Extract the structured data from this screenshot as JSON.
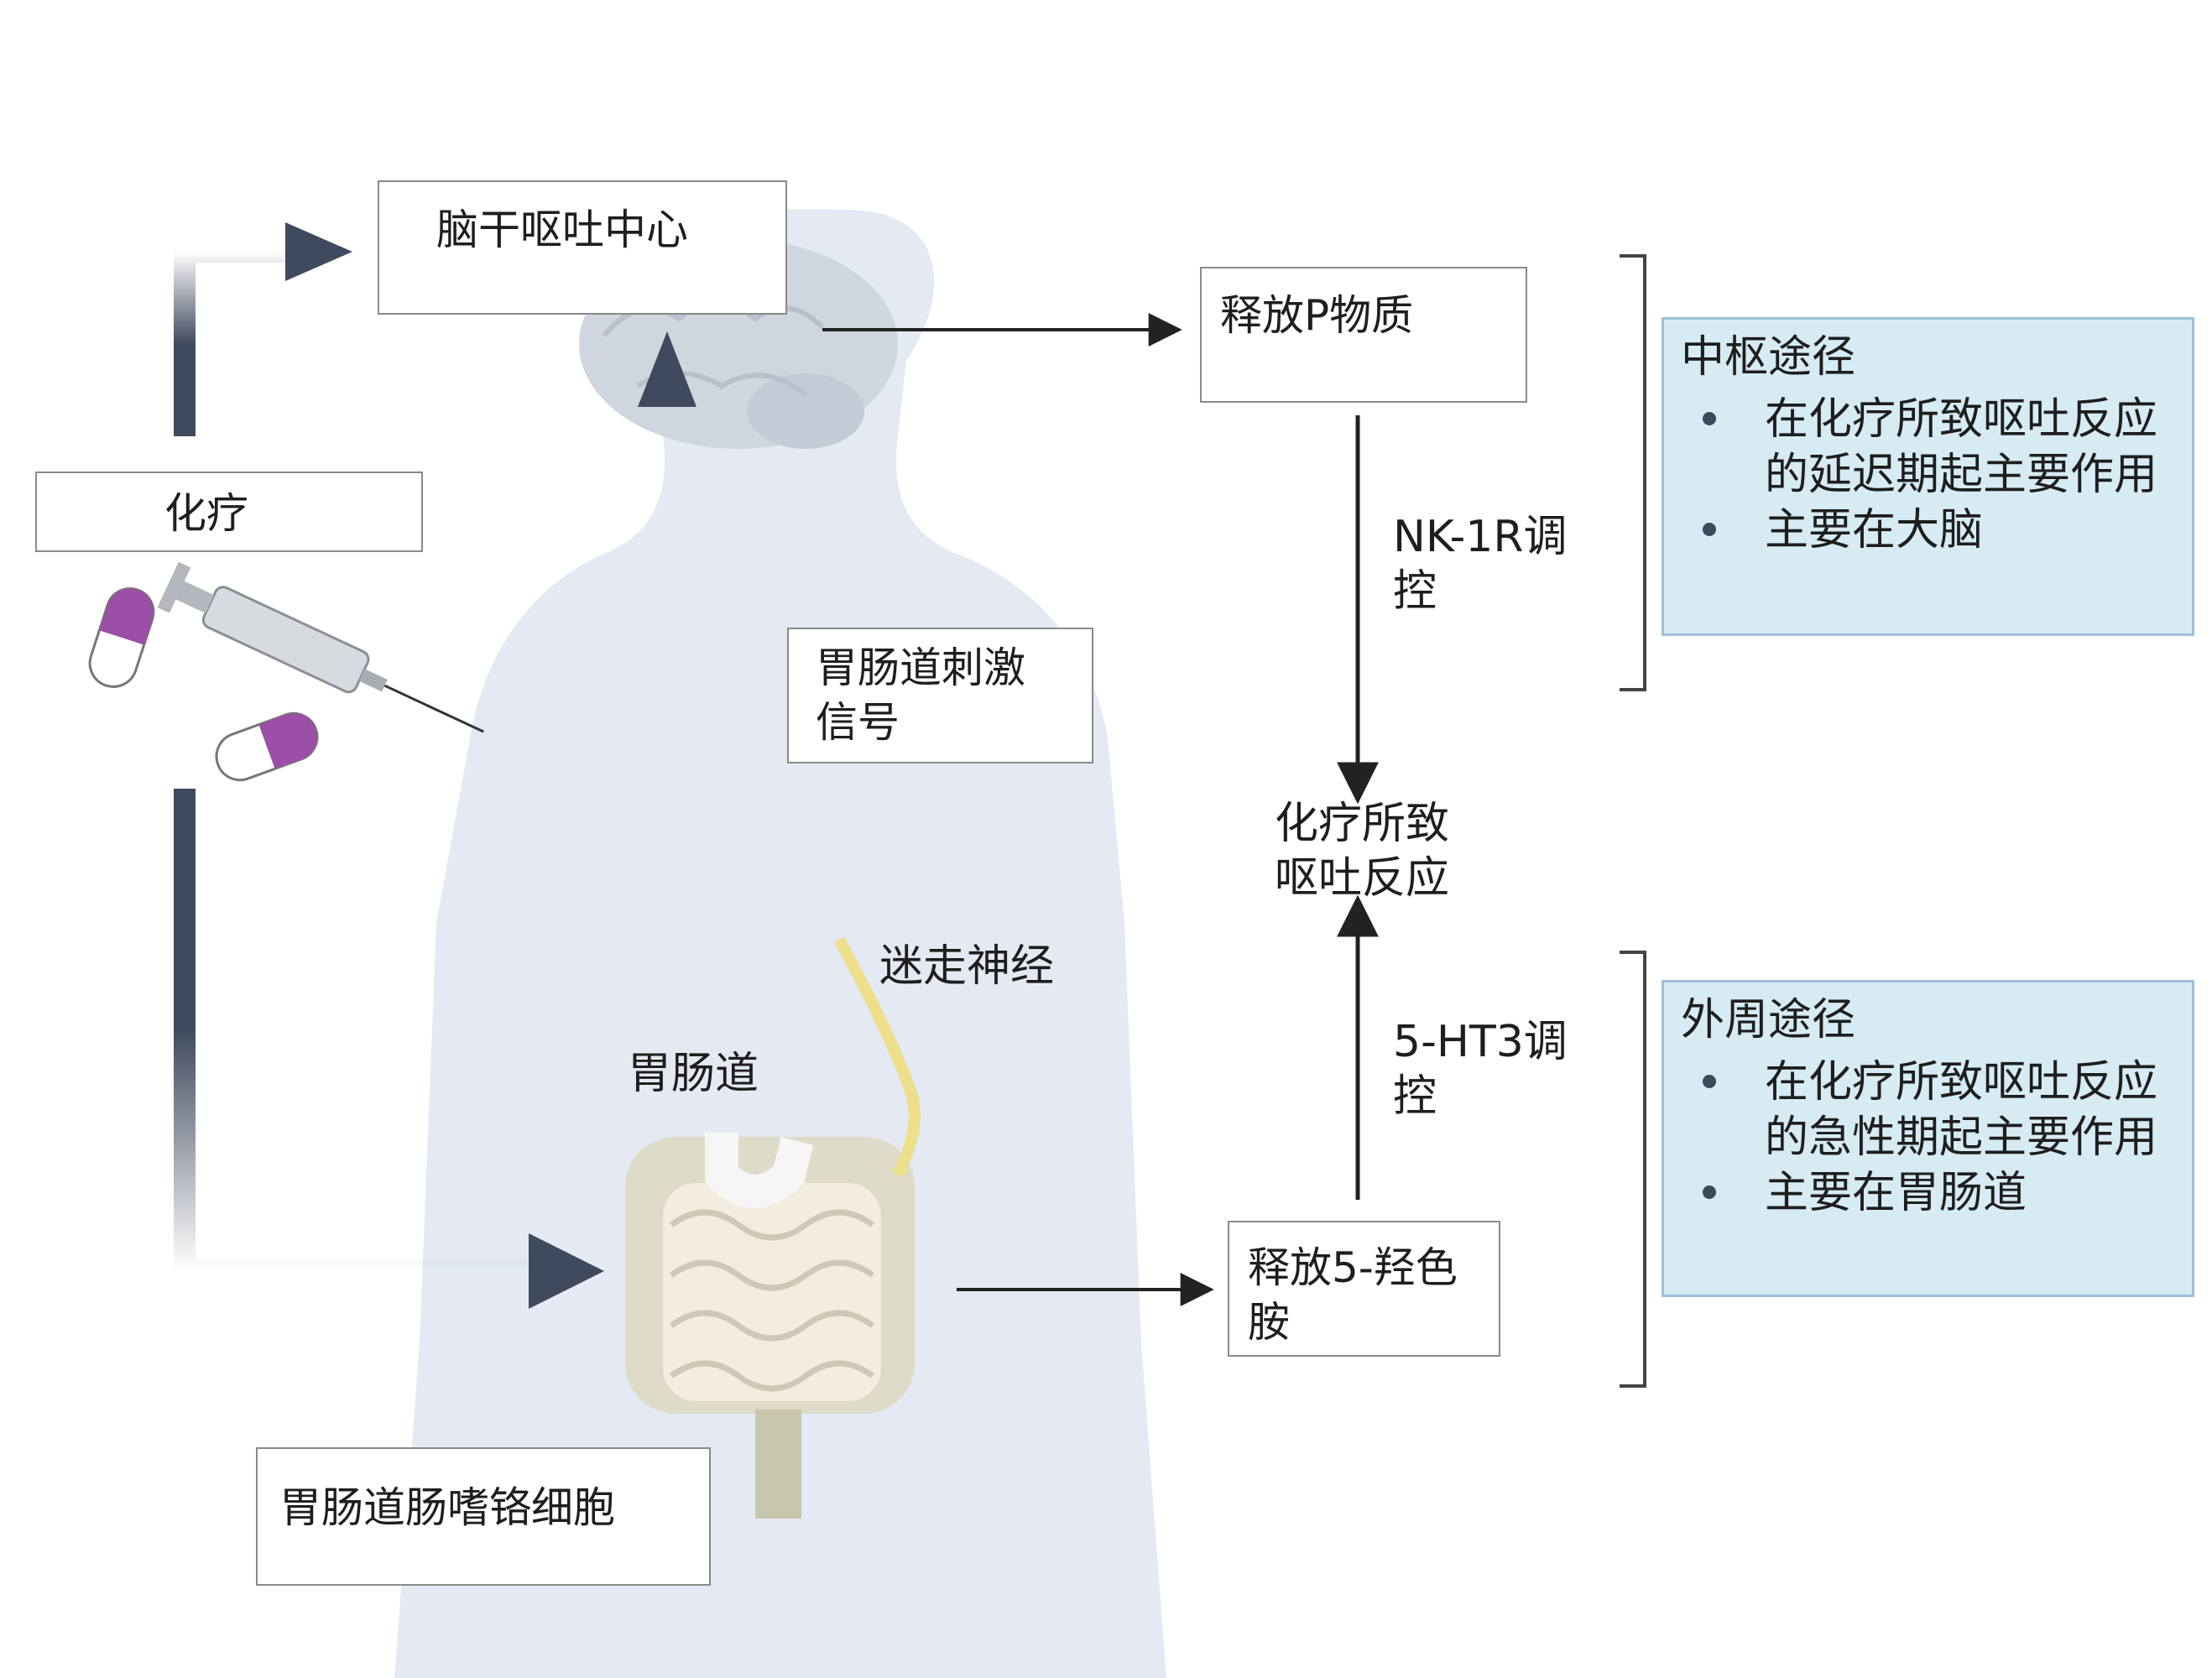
{
  "boxes": {
    "brainstem": "脑干呕吐中心",
    "chemo": "化疗",
    "release_p": "释放P物质",
    "gi_signal": "胃肠道刺激信号",
    "release_5ht": "释放5-羟色胺",
    "ec_cells": "胃肠道肠嗜铬细胞"
  },
  "labels": {
    "nk1r": "NK-1R调控",
    "ht3": "5-HT3调控",
    "cinv": "化疗所致呕吐反应",
    "vagus": "迷走神经",
    "gi_tract": "胃肠道"
  },
  "central_panel": {
    "title": "中枢途径",
    "items": [
      "在化疗所致呕吐反应的延迟期起主要作用",
      "主要在大脑"
    ]
  },
  "peripheral_panel": {
    "title": "外周途径",
    "items": [
      "在化疗所致呕吐反应的急性期起主要作用",
      "主要在胃肠道"
    ]
  },
  "colors": {
    "silhouette": "#e4e9f3",
    "pathway_arrow": "#3f4a5e",
    "thin_arrow": "#222222",
    "panel_fill": "#d7ebf5",
    "capsule_purple": "#9b4fa6",
    "vagus_nerve": "#eedf8a"
  }
}
